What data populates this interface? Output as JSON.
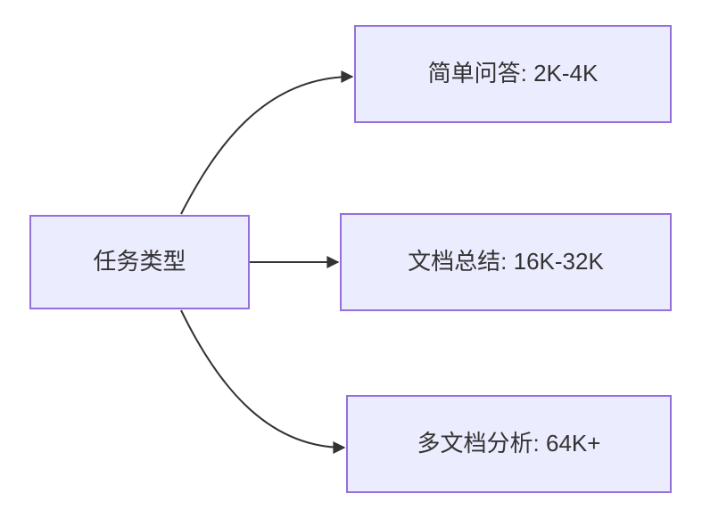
{
  "diagram": {
    "type": "flowchart-left-to-right",
    "colors": {
      "background": "#ffffff",
      "node_fill": "#ECECFF",
      "node_border": "#9370DB",
      "edge": "#333333",
      "text": "#333333"
    },
    "root": {
      "label": "任务类型"
    },
    "children": [
      {
        "label": "简单问答: 2K-4K"
      },
      {
        "label": "文档总结: 16K-32K"
      },
      {
        "label": "多文档分析: 64K+"
      }
    ],
    "edges": [
      {
        "from": "任务类型",
        "to": "简单问答: 2K-4K"
      },
      {
        "from": "任务类型",
        "to": "文档总结: 16K-32K"
      },
      {
        "from": "任务类型",
        "to": "多文档分析: 64K+"
      }
    ]
  }
}
